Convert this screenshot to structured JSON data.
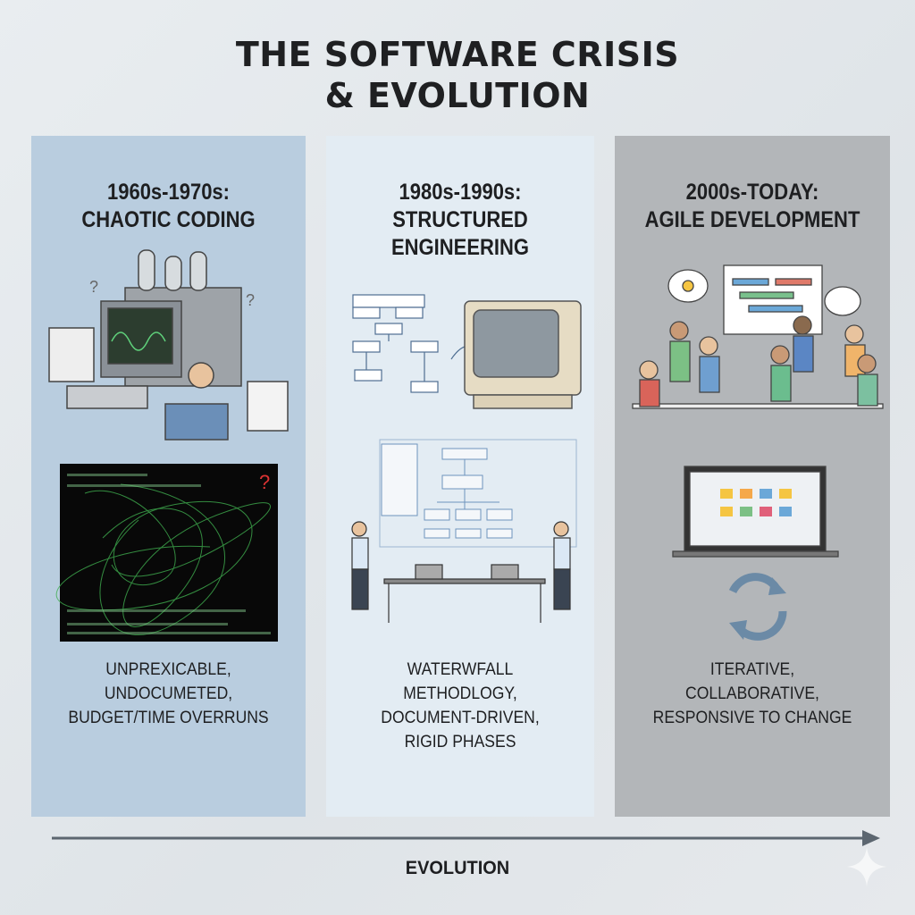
{
  "title": {
    "line1": "THE SOFTWARE CRISIS",
    "line2": "& EVOLUTION"
  },
  "panels": [
    {
      "heading1": "1960s-1970s:",
      "heading2": "CHAOTIC CODING",
      "desc": [
        "UNPREXICABLE,",
        "UNDOCUMETED,",
        "BUDGET/TIME OVERRUNS"
      ],
      "bg": "#b9cddf"
    },
    {
      "heading1": "1980s-1990s:",
      "heading2": "STRUCTURED",
      "heading3": "ENGINEERING",
      "desc": [
        "WATERWFALL",
        "METHODLOGY,",
        "DOCUMENT-DRIVEN,",
        "RIGID PHASES"
      ],
      "bg": "#e3ecf3"
    },
    {
      "heading1": "2000s-TODAY:",
      "heading2": "AGILE DEVELOPMENT",
      "desc": [
        "ITERATIVE,",
        "COLLABORATIVE,",
        "RESPONSIVE TO CHANGE"
      ],
      "bg": "#b3b6b9"
    }
  ],
  "timeline": {
    "label": "EVOLUTION"
  },
  "icons": [
    "vacuum-tube-computer",
    "tangled-code",
    "flowchart",
    "crt-monitor",
    "whiteboard",
    "laptop-kanban",
    "cycle-arrows",
    "sparkle"
  ]
}
